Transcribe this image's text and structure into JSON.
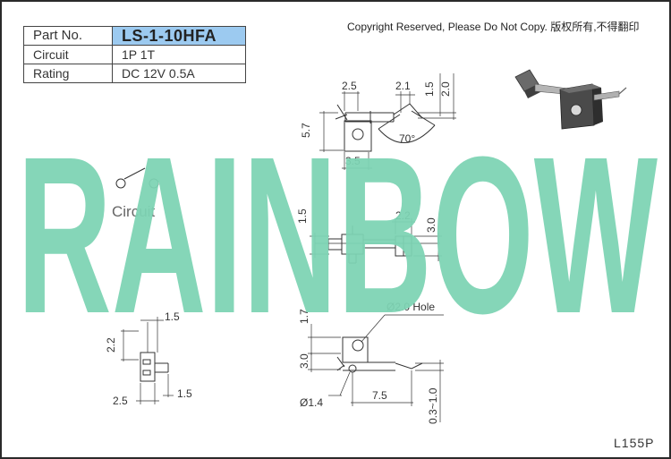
{
  "spec_table": {
    "part_no_label": "Part No.",
    "part_no_value": "LS-1-10HFA",
    "circuit_label": "Circuit",
    "circuit_value": "1P 1T",
    "rating_label": "Rating",
    "rating_value": "DC 12V 0.5A",
    "highlight_color": "#9ccaf0"
  },
  "copyright": "Copyright Reserved, Please Do Not Copy. 版权所有,不得翻印",
  "watermark": {
    "text": "RAINBOW",
    "color": "#7dd3b4"
  },
  "circuit_symbol_label": "Circuit",
  "page_code": "L155P",
  "dimensions": {
    "top_left_width": "2.5",
    "top_tab": "2.1",
    "top_h1": "1.5",
    "top_h2": "2.0",
    "top_height": "5.7",
    "top_angle": "70°",
    "top_base": "3.5",
    "mid_left": "1.5",
    "mid_right": "2.2",
    "mid_height": "3.0",
    "side_top": "1.5",
    "side_height": "2.2",
    "side_base": "2.5",
    "side_right": "1.5",
    "bottom_top": "1.7",
    "bottom_hole": "Ø2.0 Hole",
    "bottom_h": "3.0",
    "bottom_pin": "Ø1.4",
    "bottom_len": "7.5",
    "bottom_range": "0.3~1.0"
  }
}
